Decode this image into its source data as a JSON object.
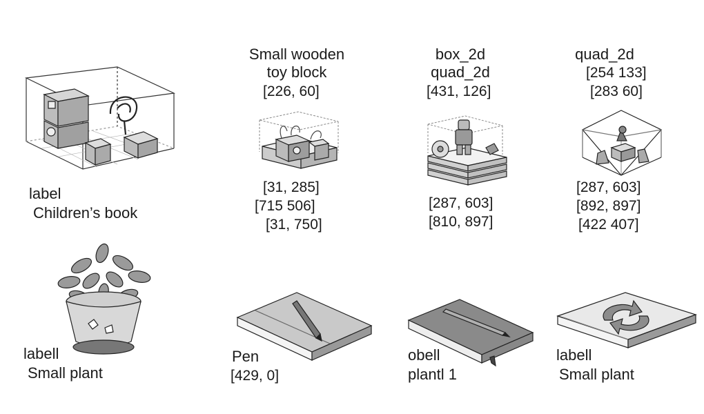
{
  "cells": {
    "toy_room": {
      "label": "label",
      "caption": "Children’s book"
    },
    "toy_block": {
      "title_line1": "Small wooden",
      "title_line2": "toy block",
      "coord_top": "[226, 60]",
      "coords_bottom": [
        "[31, 285]",
        "[715 506]",
        "[31, 750]"
      ]
    },
    "robot": {
      "title_line1": "box_2d",
      "title_line2": "quad_2d",
      "coord_top": "[431, 126]",
      "coords_bottom": [
        "[287, 603]",
        "[810, 897]"
      ]
    },
    "glass_box": {
      "title": "quad_2d",
      "coords_top": [
        "[254 133]",
        "[283 60]"
      ],
      "coords_bottom": [
        "[287, 603]",
        "[892, 897]",
        "[422 407]"
      ]
    },
    "plant": {
      "label": "labell",
      "caption": "Small plant"
    },
    "book_pen": {
      "label": "Pen",
      "coord": "[429, 0]"
    },
    "notebook": {
      "label": "obell",
      "caption": "plantl 1"
    },
    "arrow_book": {
      "label": "labell",
      "caption": "Small plant"
    }
  }
}
